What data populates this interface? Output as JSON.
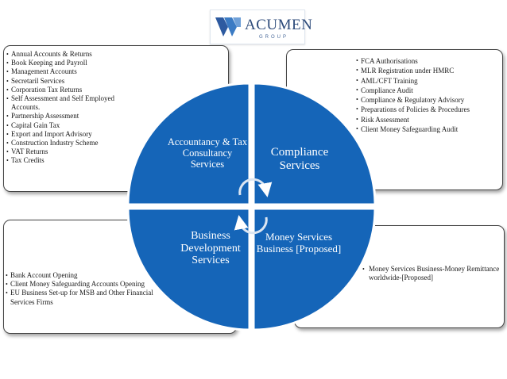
{
  "logo": {
    "word": "ACUMEN",
    "sub": "GROUP"
  },
  "colors": {
    "quadrant_fill": "#1565b8",
    "quadrant_border": "#ffffff",
    "box_border": "#444444"
  },
  "quadrants": {
    "top_left": "Accountancy & Tax Consultancy Services",
    "top_right": "Compliance Services",
    "bottom_left": "Business Development Services",
    "bottom_right": "Money Services Business [Proposed]"
  },
  "boxes": {
    "top_left": [
      "Annual Accounts & Returns",
      "Book Keeping and Payroll",
      "Management Accounts",
      "Secretaril Services",
      "Corporation Tax Returns",
      "Self Assessment and Self Employed Accounts.",
      "Partnership Assessment",
      "Capital Gain Tax",
      "Export and Import Advisory",
      "Construction Industry Scheme",
      "VAT Returns",
      "Tax Credits"
    ],
    "top_right": [
      "FCA Authorisations",
      "MLR Registration under HMRC",
      "AML/CFT Training",
      "Compliance Audit",
      "Compliance & Regulatory  Advisory",
      "Preparations of Policies & Procedures",
      "Risk Assessment",
      "Client Money Safeguarding Audit"
    ],
    "bottom_left": [
      "Bank Account Opening",
      "Client Money Safeguarding Accounts Opening",
      "EU Business Set-up for MSB and Other Financial Services Firms"
    ],
    "bottom_right": [
      "Money Services Business-Money Remittance worldwide-[Proposed]"
    ]
  }
}
